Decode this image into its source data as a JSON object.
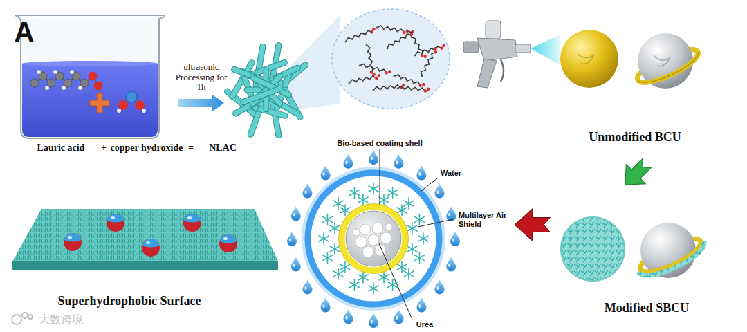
{
  "diagram": {
    "labels": [
      "A",
      "ultrasonic Processing for 1h",
      "Lauric acid",
      "+",
      "copper hydroxide",
      "=",
      "NLAC",
      "Unmodified BCU",
      "Bio-based coating shell",
      "Water",
      "Multilayer Air Shield",
      "Urea",
      "Superhydrophobic Surface",
      "Modified SBCU",
      "大数跨境"
    ]
  }
}
